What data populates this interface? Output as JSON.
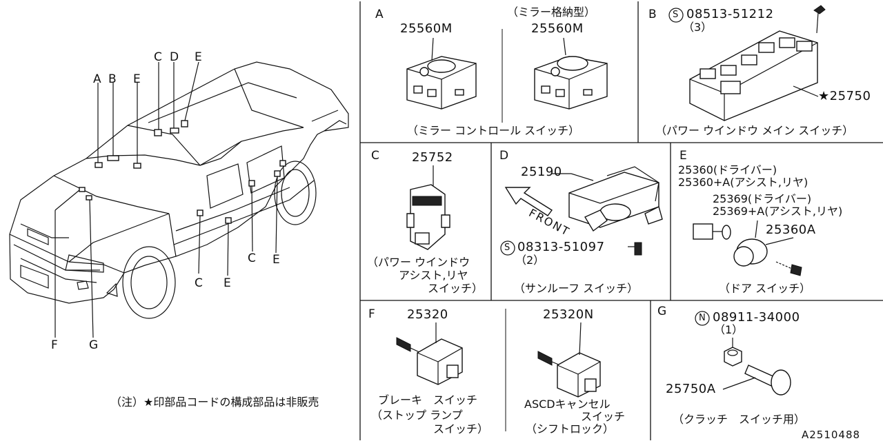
{
  "car_callouts": {
    "a": "A",
    "b": "B",
    "c1": "C",
    "d": "D",
    "e1": "E",
    "e_top": "E",
    "c2": "C",
    "e2": "E",
    "c3": "C",
    "e3": "E",
    "f": "F",
    "g": "G"
  },
  "note": "（注）★印部品コードの構成部品は非販売",
  "panel_a": {
    "letter": "A",
    "part_left": "25560M",
    "variant_caption": "（ミラー格納型）",
    "part_right": "25560M",
    "caption": "（ミラー コントロール スイッチ）"
  },
  "panel_b": {
    "letter": "B",
    "screw_symbol": "S",
    "screw_code": "08513-51212",
    "screw_qty": "（3）",
    "star_part": "★25750",
    "caption": "（パワー ウインドウ メイン スイッチ）"
  },
  "panel_c": {
    "letter": "C",
    "part": "25752",
    "caption_1": "（パワー ウインドウ",
    "caption_2": "アシスト,リヤ",
    "caption_3": "スイッチ）"
  },
  "panel_d": {
    "letter": "D",
    "part": "25190",
    "front": "FRONT",
    "screw_symbol": "S",
    "screw_code": "08313-51097",
    "screw_qty": "（2）",
    "caption": "（サンルーフ スイッチ）"
  },
  "panel_e": {
    "letter": "E",
    "line_1": "25360(ドライバー)",
    "line_2": "25360+A(アシスト,リヤ)",
    "line_3": "25369(ドライバー)",
    "line_4": "25369+A(アシスト,リヤ)",
    "part_a": "25360A",
    "caption": "（ドア スイッチ）"
  },
  "panel_f": {
    "letter": "F",
    "part_left": "25320",
    "part_right": "25320N",
    "caption_left_1": "ブレーキ　スイッチ",
    "caption_left_2": "（ストップ ランプ",
    "caption_left_3": "スイッチ）",
    "caption_right_1": "ASCDキャンセル",
    "caption_right_2": "スイッチ",
    "caption_right_3": "（シフトロック）"
  },
  "panel_g": {
    "letter": "G",
    "nut_symbol": "N",
    "nut_code": "08911-34000",
    "nut_qty": "（1）",
    "part": "25750A",
    "caption": "（クラッチ　スイッチ用）"
  },
  "diagram_code": "A2510488"
}
